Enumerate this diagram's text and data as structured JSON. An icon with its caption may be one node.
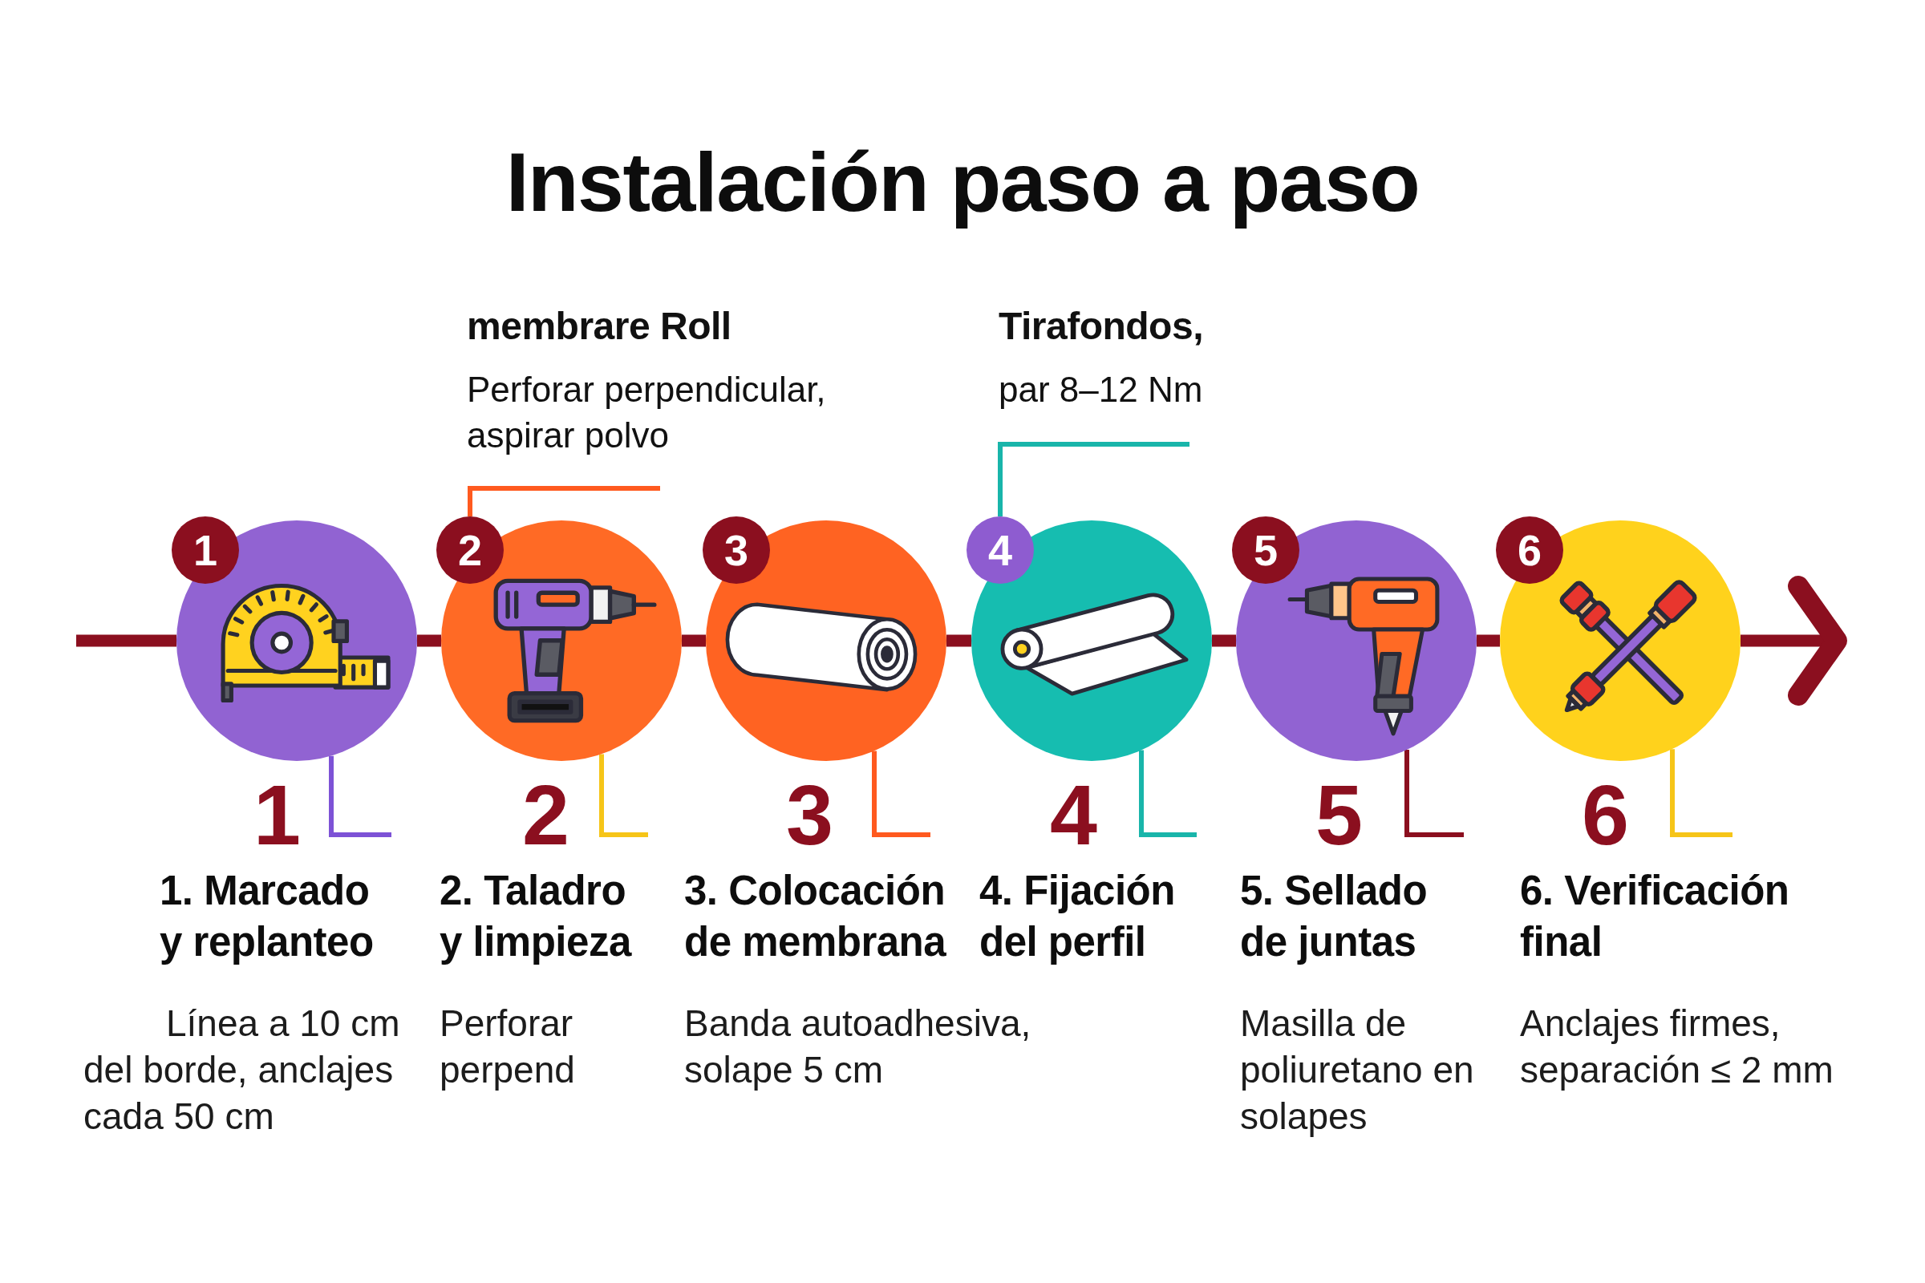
{
  "diagram": {
    "title": "Instalación paso a paso",
    "nodes": [
      {
        "text": [
          "membrare Roll",
          "Perforar perpendicular, aspirar polvo"
        ]
      },
      {
        "text": [
          "Tirafondos,",
          "par 8–12 Nm"
        ]
      },
      {
        "text": [
          "1"
        ]
      },
      {
        "text": [],
        "shape": "circle",
        "beside": [
          "1",
          "1. Marcado y replanteo",
          "Línea a 10 cm del borde, anclajes cada 50 cm"
        ]
      },
      {
        "text": [
          "2"
        ]
      },
      {
        "text": [],
        "shape": "circle",
        "beside": [
          "2",
          "2. Taladro y limpieza",
          "Perforar perpend"
        ]
      },
      {
        "text": [
          "3"
        ]
      },
      {
        "text": [],
        "shape": "circle",
        "beside": [
          "3",
          "3. Colocación de membrana",
          "Banda autoadhesiva, solape 5 cm"
        ]
      },
      {
        "text": [
          "4"
        ]
      },
      {
        "text": [],
        "shape": "circle",
        "beside": [
          "4",
          "4. Fijación del perfil"
        ]
      },
      {
        "text": [
          "5"
        ]
      },
      {
        "text": [],
        "shape": "circle",
        "beside": [
          "5",
          "5. Sellado de juntas",
          "Masilla de poliuretano en solapes"
        ]
      },
      {
        "text": [
          "6"
        ]
      },
      {
        "text": [],
        "shape": "circle",
        "beside": [
          "6",
          "6. Verificación final",
          "Anclajes firmes, separación ≤ 2 mm"
        ]
      }
    ],
    "edges": [
      {
        "from": null,
        "to": 3,
        "arrow": "none",
        "style": "thick"
      },
      {
        "from": 3,
        "to": 5,
        "arrow": "none",
        "style": "thick"
      },
      {
        "from": 5,
        "to": 7,
        "arrow": "none",
        "style": "thick"
      },
      {
        "from": 7,
        "to": 9,
        "arrow": "none",
        "style": "thick"
      },
      {
        "from": 9,
        "to": 11,
        "arrow": "none",
        "style": "thick"
      },
      {
        "from": 11,
        "to": 13,
        "arrow": "none",
        "style": "thick"
      },
      {
        "from": 13,
        "to": null,
        "arrow": "to",
        "style": "thick"
      },
      {
        "from": 0,
        "to": 4,
        "arrow": "none",
        "color": "#ff5a1f"
      },
      {
        "from": 1,
        "to": 8,
        "arrow": "none",
        "color": "#19b5aa"
      },
      {
        "from": 3,
        "to": null,
        "arrow": "none",
        "color": "#7d52d6"
      },
      {
        "from": 5,
        "to": null,
        "arrow": "none",
        "color": "#f6c518"
      },
      {
        "from": 7,
        "to": null,
        "arrow": "none",
        "color": "#ff5a1f"
      },
      {
        "from": 9,
        "to": null,
        "arrow": "none",
        "color": "#19b5aa"
      },
      {
        "from": 11,
        "to": null,
        "arrow": "none"
      },
      {
        "from": 13,
        "to": null,
        "arrow": "none",
        "color": "#f6c518"
      }
    ]
  }
}
